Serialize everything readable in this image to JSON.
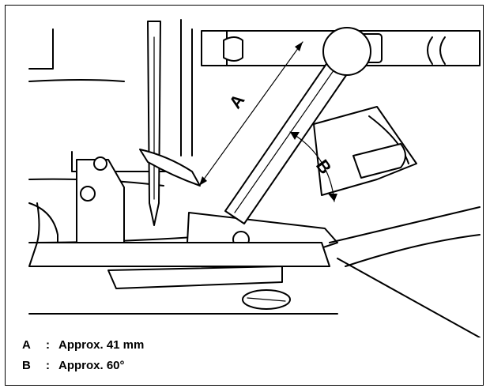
{
  "diagram": {
    "label_a": "A",
    "label_b": "B"
  },
  "legend": [
    {
      "key": "A",
      "sep": ":",
      "text": "Approx. 41 mm"
    },
    {
      "key": "B",
      "sep": ":",
      "text": "Approx. 60°"
    }
  ]
}
